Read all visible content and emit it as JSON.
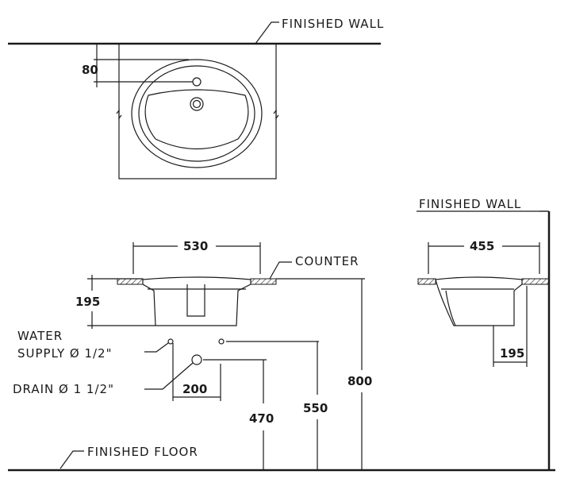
{
  "labels": {
    "finished_wall_top": "FINISHED  WALL",
    "finished_wall_side": "FINISHED  WALL",
    "counter": "COUNTER",
    "water_supply_line1": "WATER",
    "water_supply_line2": "SUPPLY  Ø 1/2\"",
    "drain": "DRAIN Ø 1  1/2\"",
    "finished_floor": "FINISHED  FLOOR"
  },
  "dimensions": {
    "tap_offset": "80",
    "basin_width": "530",
    "basin_depth_front": "195",
    "drain_offset": "200",
    "drain_height": "470",
    "supply_height": "550",
    "counter_height": "800",
    "basin_width_side": "455",
    "basin_depth_side": "195"
  }
}
